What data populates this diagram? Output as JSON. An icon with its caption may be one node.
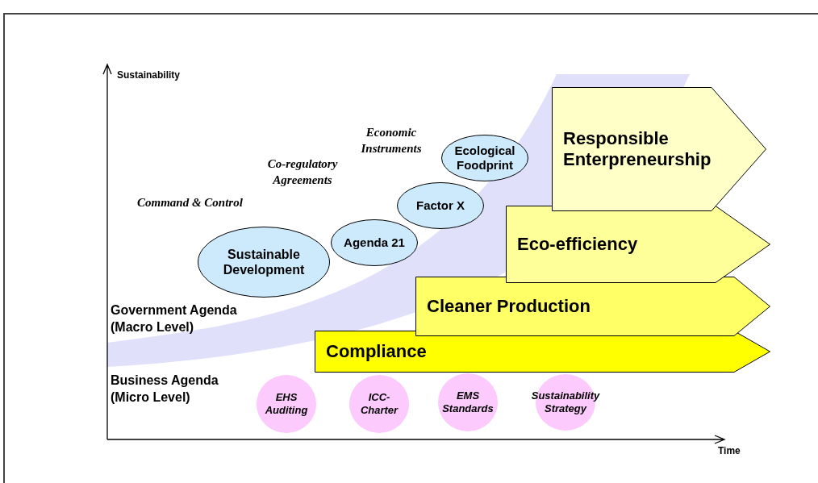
{
  "diagram": {
    "nodes": [
      {
        "text": [
          "Responsible Enterpreneurship"
        ]
      },
      {
        "text": [
          "Ecological Foodprint"
        ]
      },
      {
        "text": [
          "Factor X"
        ]
      },
      {
        "text": [
          "Eco-efficiency"
        ]
      },
      {
        "text": [
          "Agenda 21"
        ]
      },
      {
        "text": [
          "Sustainable Development"
        ]
      },
      {
        "text": [
          "Cleaner Production"
        ]
      },
      {
        "text": [
          "Compliance"
        ]
      },
      {
        "text": [
          "EHS Auditing"
        ]
      },
      {
        "text": [
          "ICC-Charter"
        ]
      },
      {
        "text": [
          "EMS Standards"
        ]
      },
      {
        "text": [
          "Sustainability Strategy"
        ]
      }
    ],
    "edges": [],
    "labels": [
      "Sustainability",
      "Economic Instruments",
      "Co-regulatory Agreements",
      "Command & Control",
      "Government Agenda (Macro Level)",
      "Business Agenda (Micro Level)",
      "Time"
    ]
  }
}
